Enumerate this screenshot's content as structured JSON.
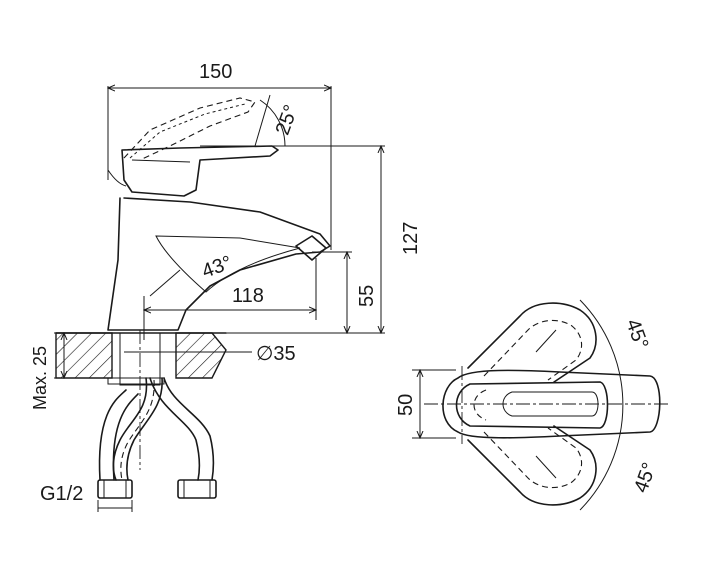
{
  "front_view": {
    "dims": {
      "width": "150",
      "height": "127",
      "spout_height": "55",
      "spout_reach": "118",
      "handle_angle": "25°",
      "spout_angle": "43°",
      "hole_diameter": "∅35",
      "max_thickness": "Max. 25",
      "thread": "G1/2"
    }
  },
  "top_view": {
    "dims": {
      "body_width": "50",
      "swivel_angle_top": "45°",
      "swivel_angle_bottom": "45°"
    }
  }
}
